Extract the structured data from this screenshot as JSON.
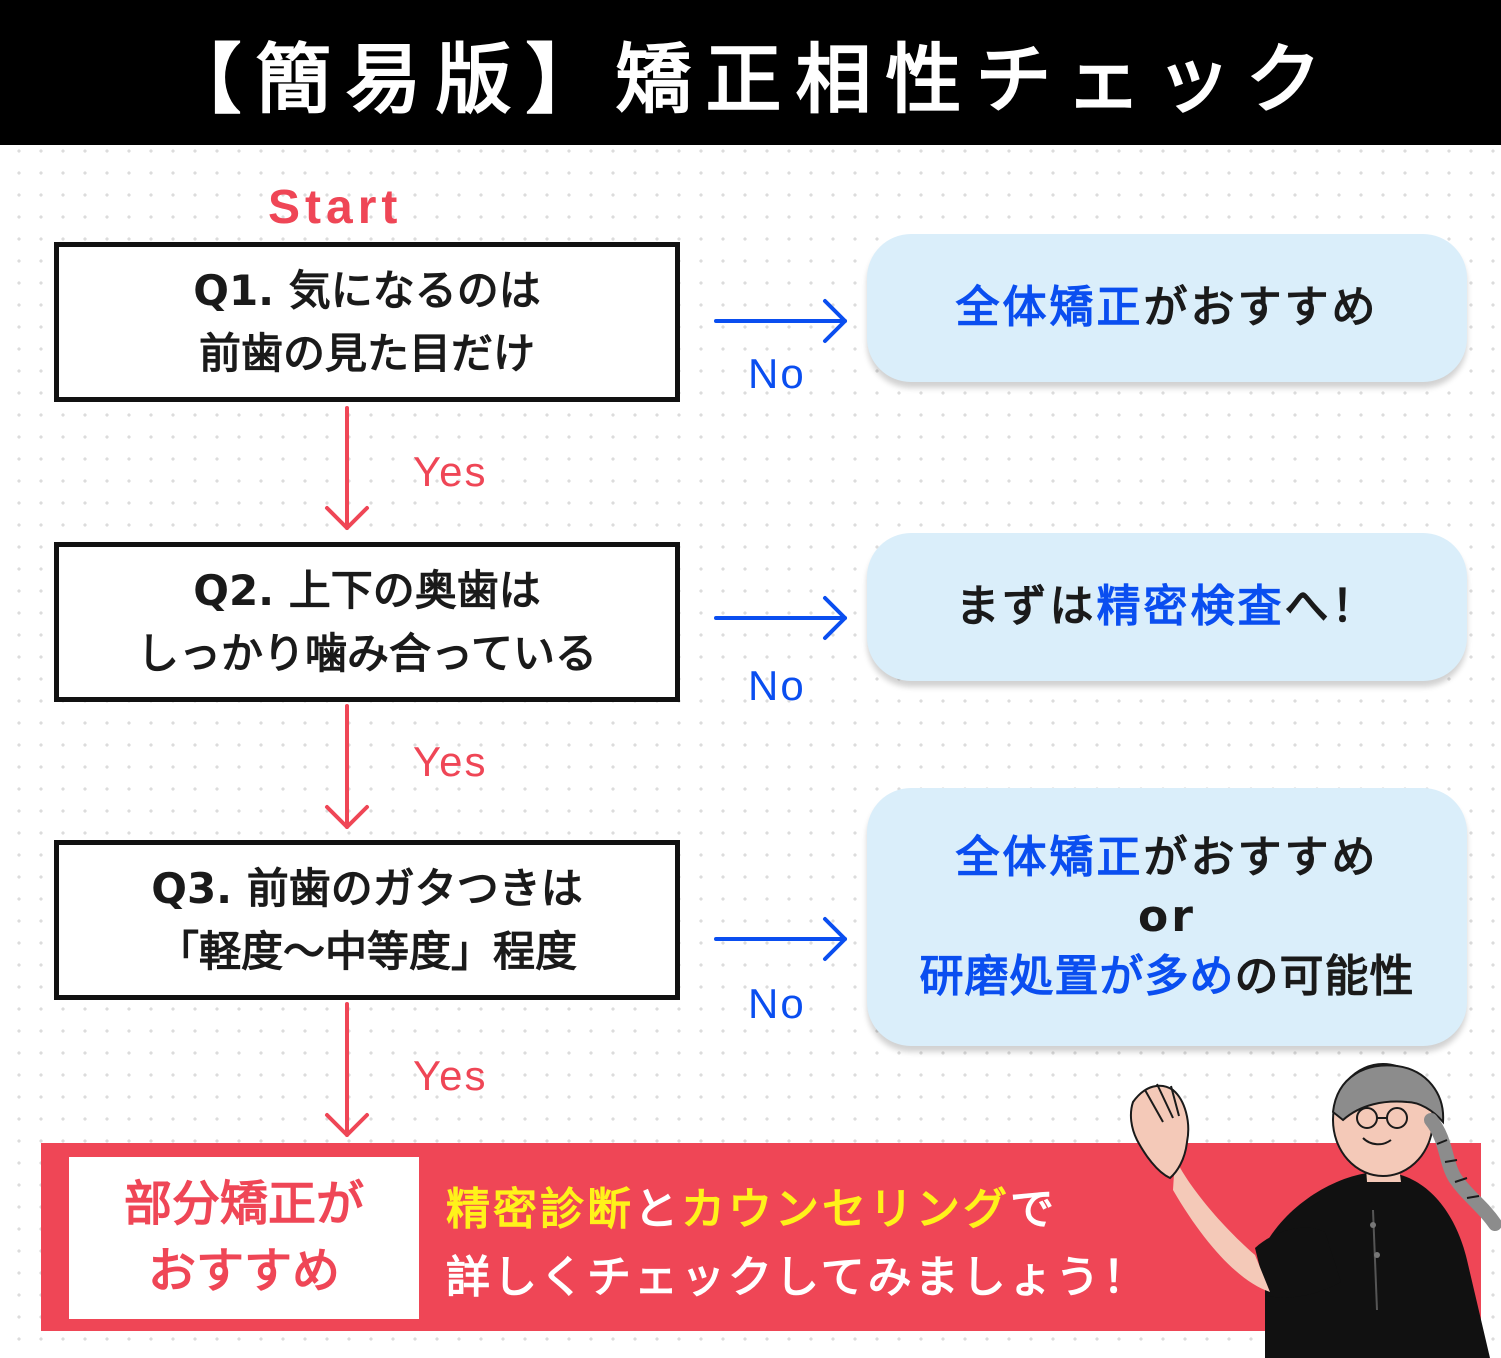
{
  "header": {
    "title": "【簡易版】矯正相性チェック"
  },
  "start_label": "Start",
  "questions": [
    {
      "line1": "Q1. 気になるのは",
      "line2": "前歯の見た目だけ"
    },
    {
      "line1": "Q2. 上下の奥歯は",
      "line2": "しっかり噛み合っている"
    },
    {
      "line1": "Q3. 前歯のガタつきは",
      "line2": "「軽度〜中等度」程度"
    }
  ],
  "yes_label": "Yes",
  "no_label": "No",
  "results": [
    {
      "a": "全体矯正",
      "b": "がおすすめ"
    },
    {
      "a": "まずは",
      "b": "精密検査",
      "c": "へ！"
    },
    {
      "l1a": "全体矯正",
      "l1b": "がおすすめ",
      "l2": "or",
      "l3a": "研磨処置が多め",
      "l3b": "の可能性"
    }
  ],
  "final": {
    "box_line1": "部分矯正が",
    "box_line2": "おすすめ",
    "msg_part1": "精密診断",
    "msg_part2": "と",
    "msg_part3": "カウンセリング",
    "msg_part4": "で",
    "msg_line2": "詳しくチェックしてみましょう！"
  },
  "colors": {
    "red": "#ef4656",
    "blue": "#0a4ef0",
    "result_bg": "#daeefa",
    "yellow": "#fff21a"
  }
}
